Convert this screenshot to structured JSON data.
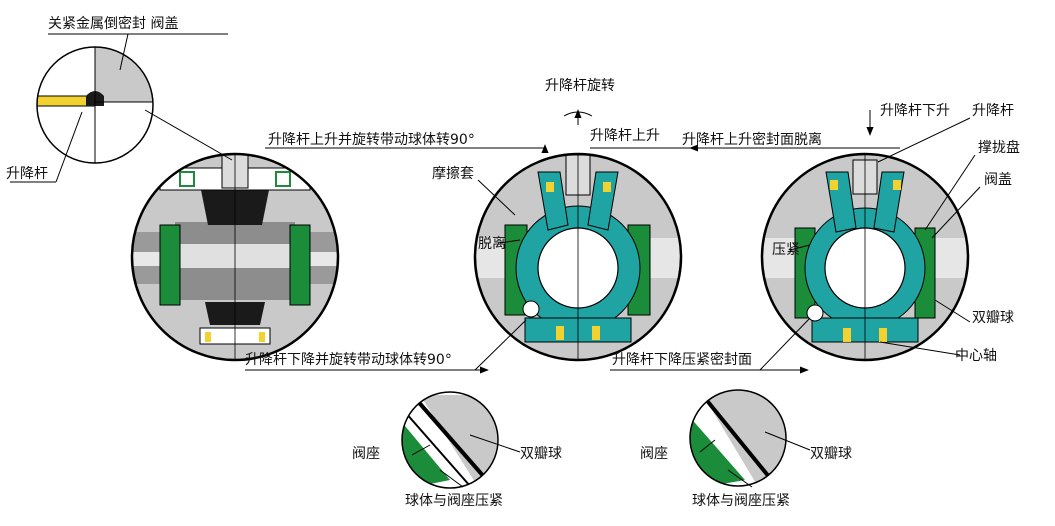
{
  "colors": {
    "green": "#1a8c3a",
    "teal": "#1fa3a3",
    "steel": "#8d8d8d",
    "steel_light": "#c9c9c9",
    "dark": "#1a1a1a",
    "yellow": "#f2d230",
    "line": "#000000"
  },
  "labels": {
    "top_left_title": "关紧金属倒密封 阀盖",
    "stem_left": "升降杆",
    "stem_up_rotate": "升降杆上升并旋转带动球体转90°",
    "stem_down_rotate": "升降杆下降并旋转带动球体转90°",
    "stem_rotate": "升降杆旋转",
    "stem_up": "升降杆上升",
    "friction_sleeve": "摩擦套",
    "detach": "脱离",
    "stem_up_detach": "升降杆上升密封面脱离",
    "stem_down": "升降杆下升",
    "stem_right": "升降杆",
    "brace_disk": "撑拢盘",
    "bonnet": "阀盖",
    "press": "压紧",
    "double_ball": "双瓣球",
    "center_shaft": "中心轴",
    "stem_down_press": "升降杆下降压紧密封面",
    "detail_left": {
      "seat": "阀座",
      "ball": "双瓣球",
      "caption": "球体与阀座压紧"
    },
    "detail_right": {
      "seat": "阀座",
      "ball": "双瓣球",
      "caption": "球体与阀座压紧"
    }
  }
}
